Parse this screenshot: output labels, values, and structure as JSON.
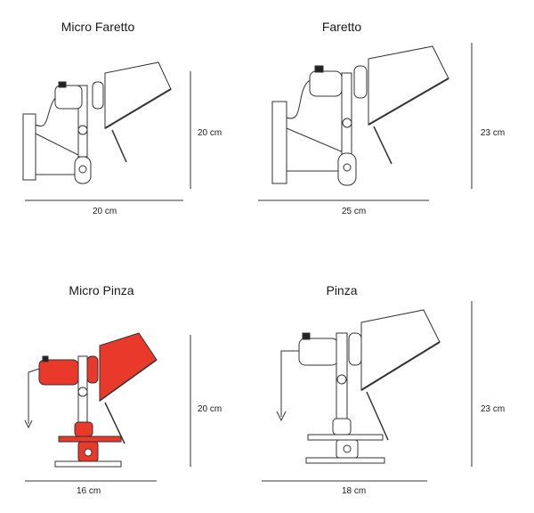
{
  "panels": [
    {
      "name": "Micro Faretto",
      "width": "20 cm",
      "height": "20 cm",
      "color": "#ffffff"
    },
    {
      "name": "Faretto",
      "width": "25 cm",
      "height": "23 cm",
      "color": "#ffffff"
    },
    {
      "name": "Micro Pinza",
      "width": "16 cm",
      "height": "20 cm",
      "color": "#e8392a"
    },
    {
      "name": "Pinza",
      "width": "18 cm",
      "height": "23 cm",
      "color": "#ffffff"
    }
  ],
  "colors": {
    "line": "#333333",
    "accent_red": "#e8392a"
  }
}
